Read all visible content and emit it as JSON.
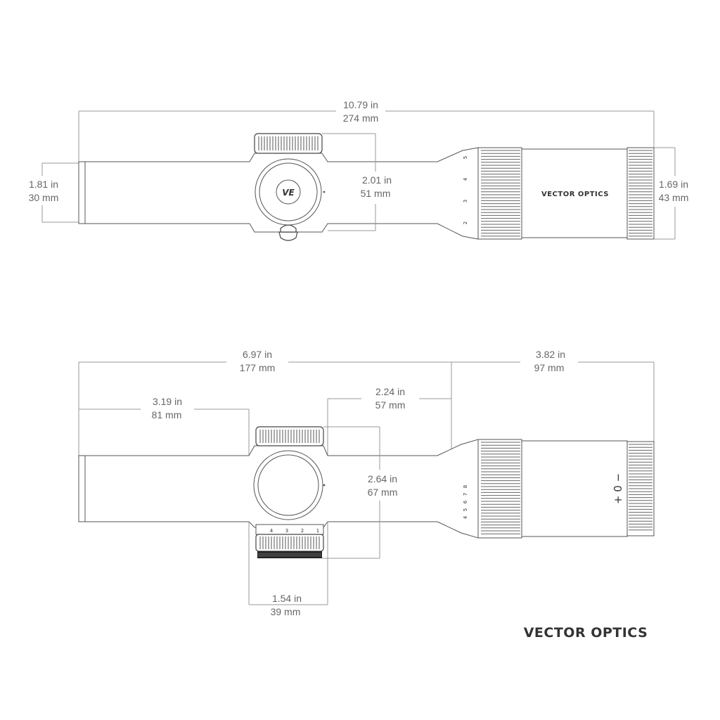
{
  "dimensions": {
    "top_length": {
      "imperial": "10.79 in",
      "metric": "274 mm"
    },
    "top_tube": {
      "imperial": "1.81 in",
      "metric": "30 mm"
    },
    "top_turret": {
      "imperial": "2.01  in",
      "metric": "51 mm"
    },
    "top_eyepiece": {
      "imperial": "1.69 in",
      "metric": "43 mm"
    },
    "side_front": {
      "imperial": "6.97 in",
      "metric": "177 mm"
    },
    "side_rear": {
      "imperial": "3.82  in",
      "metric": "97 mm"
    },
    "side_to_turret": {
      "imperial": "3.19 in",
      "metric": "81 mm"
    },
    "side_turret_eye": {
      "imperial": "2.24 in",
      "metric": "57 mm"
    },
    "side_turret_h": {
      "imperial": "2.64 in",
      "metric": "67 mm"
    },
    "side_turret_w": {
      "imperial": "1.54 in",
      "metric": "39 mm"
    }
  },
  "scope_label": "VECTOR OPTICS",
  "brand_logo": "VECTOR OPTICS",
  "zoom_marks_top": [
    "5",
    "4",
    "3",
    "2"
  ],
  "zoom_marks_side": [
    "8",
    "7",
    "6",
    "5",
    "4"
  ],
  "turret_marks": [
    "4",
    "3",
    "2",
    "1"
  ],
  "diopter_marks": "+ 0 −",
  "colors": {
    "line": "#999999",
    "outline": "#555555",
    "text": "#666666",
    "brand": "#333333"
  }
}
